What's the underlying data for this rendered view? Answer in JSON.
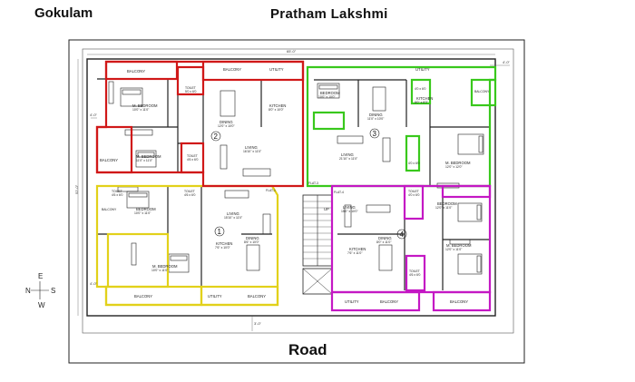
{
  "header": {
    "location": "Gokulam",
    "project": "Pratham  Lakshmi"
  },
  "footer": {
    "road": "Road"
  },
  "compass": {
    "n": "N",
    "s": "S",
    "e": "E",
    "w": "W"
  },
  "colors": {
    "flat1": "#e2d11a",
    "flat2": "#d01818",
    "flat3": "#39c81c",
    "flat4": "#c418c4",
    "wall": "#222222"
  },
  "flat1": {
    "number": "1",
    "toilet1": "TOILET",
    "toilet1_size": "4'6 x 6'0",
    "bedroom": "BEDROOM",
    "bedroom_size": "10'0\" x 11'0\"",
    "toilet2": "TOILET",
    "toilet2_size": "4'6 x 6'0",
    "mbedroom": "M. BEDROOM",
    "mbedroom_size": "10'0\" x 11'0\"",
    "living": "LIVING",
    "living_size": "15'10\" x 11'0\"",
    "kitchen": "KITCHEN",
    "kitchen_size": "7'6\" x 10'0\"",
    "dining": "DINING",
    "dining_size": "8'6\" x 10'0\"",
    "balcony1": "BALCONY",
    "balcony2": "BALCONY",
    "utility": "UTILITY",
    "flat_tag": "FLAT-1"
  },
  "flat2": {
    "number": "2",
    "balcony1": "BALCONY",
    "balcony2": "BALCONY",
    "balcony3": "BALCONY",
    "utility": "UTILITY",
    "mbedroom": "M. BEDROOM",
    "mbedroom_size": "10'0\" x 11'0\"",
    "bedroom": "M. BEDROOM",
    "bedroom_size": "11'0\" x 11'0\"",
    "toilet1": "TOILET",
    "toilet1_size": "5'0 x 6'0",
    "toilet2": "TOILET",
    "toilet2_size": "4'6 x 6'0",
    "dining": "DINING",
    "dining_size": "12'0\" x 10'0\"",
    "kitchen": "KITCHEN",
    "kitchen_size": "8'0\" x 10'0\"",
    "living": "LIVING",
    "living_size": "16'10\" x 11'0\""
  },
  "flat3": {
    "number": "3",
    "bedroom": "BEDROOM",
    "bedroom_size": "10'0\" x 10'0\"",
    "utility": "UTILITY",
    "dining": "DINING",
    "dining_size": "11'0\" x 10'0\"",
    "kitchen": "KITCHEN",
    "kitchen_size": "8'0\" x 8'0\"",
    "toilet1": "4'0 x 6'0",
    "balcony": "BALCONY",
    "living": "LIVING",
    "living_size": "21'10\" x 11'0\"",
    "toilet2": "4'0 x 6'0",
    "mbedroom": "M. BEDROOM",
    "mbedroom_size": "12'0\" x 12'0\"",
    "flat_tag": "FLAT-3"
  },
  "flat4": {
    "number": "4",
    "flat_tag": "FLAT-4",
    "living": "LIVING",
    "living_size": "15'0\" x 10'0\"",
    "toilet1": "TOILET",
    "toilet1_size": "4'0 x 6'0",
    "bedroom": "BEDROOM",
    "bedroom_size": "12'0\" x 11'0\"",
    "kitchen": "KITCHEN",
    "kitchen_size": "7'6\" x 11'0\"",
    "dining": "DINING",
    "dining_size": "8'0\" x 11'0\"",
    "toilet2": "TOILET",
    "toilet2_size": "4'6 x 6'0",
    "mbedroom": "M. BEDROOM",
    "mbedroom_size": "12'0\" x 11'0\"",
    "utility": "UTILITY",
    "balcony1": "BALCONY",
    "balcony2": "BALCONY"
  },
  "stair": {
    "up": "UP"
  },
  "dims": {
    "top": "65'-0\"",
    "left": "52'-0\"",
    "left2": "4'-0\"",
    "left3": "4'-0\"",
    "bottom": "3'-0\"",
    "right": "4'-0\""
  }
}
